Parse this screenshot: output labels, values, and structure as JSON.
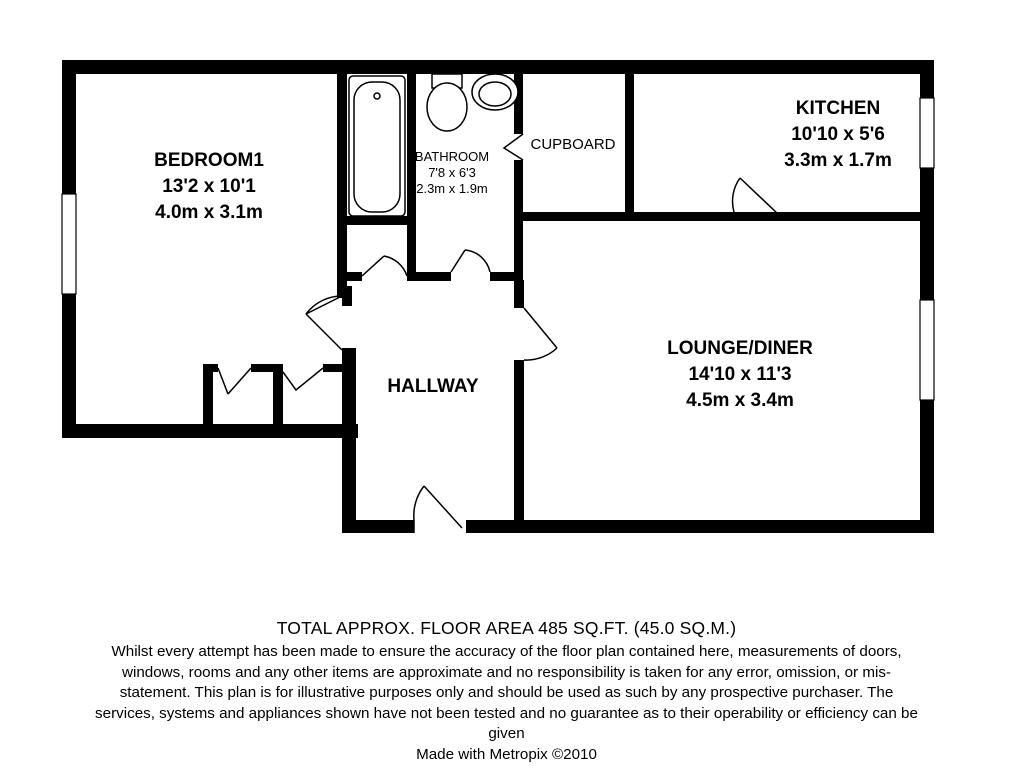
{
  "rooms": {
    "bedroom": {
      "name": "BEDROOM1",
      "imperial": "13'2 x 10'1",
      "metric": "4.0m x 3.1m"
    },
    "bathroom": {
      "name": "BATHROOM",
      "imperial": "7'8 x 6'3",
      "metric": "2.3m x 1.9m"
    },
    "cupboard": {
      "name": "CUPBOARD"
    },
    "kitchen": {
      "name": "KITCHEN",
      "imperial": "10'10 x 5'6",
      "metric": "3.3m x 1.7m"
    },
    "hallway": {
      "name": "HALLWAY"
    },
    "lounge": {
      "name": "LOUNGE/DINER",
      "imperial": "14'10 x 11'3",
      "metric": "4.5m x 3.4m"
    }
  },
  "footer": {
    "total_area": "TOTAL APPROX. FLOOR AREA 485 SQ.FT. (45.0 SQ.M.)",
    "disclaimer": "Whilst every attempt has been made to ensure the accuracy of the floor plan contained here, measurements of doors, windows, rooms and any other items are approximate and no responsibility is taken for any error, omission, or mis-statement. This plan is for illustrative purposes only and should be used as such by any prospective purchaser. The services, systems and appliances shown have not been tested and no guarantee as to their operability or efficiency can be given",
    "credit": "Made with Metropix ©2010"
  },
  "colors": {
    "wall": "#000000",
    "background": "#ffffff"
  }
}
